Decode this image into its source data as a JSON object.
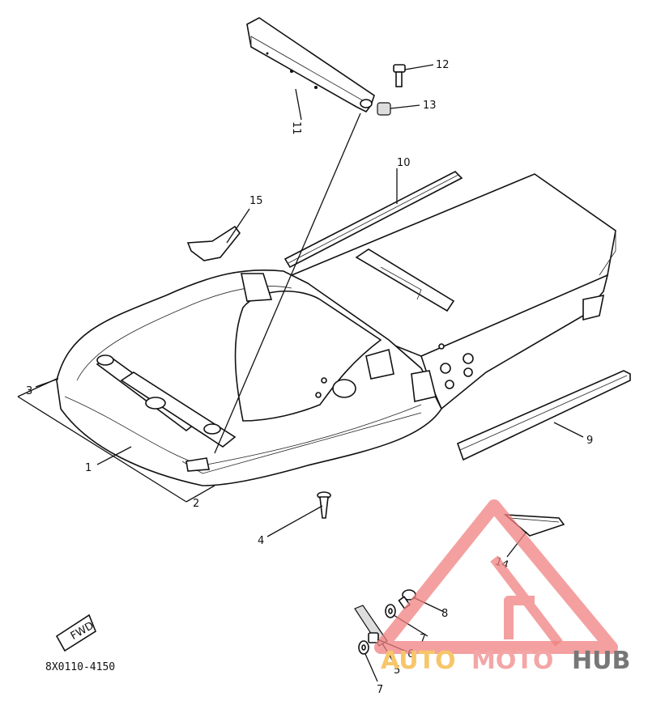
{
  "diagram_code": "8X0110-4150",
  "fwd_label": "FWD",
  "callouts": [
    "1",
    "2",
    "3",
    "4",
    "5",
    "6",
    "7",
    "7",
    "8",
    "9",
    "10",
    "11",
    "12",
    "13",
    "14",
    "15"
  ],
  "watermark": {
    "auto": "AUTO",
    "moto": "MOTO",
    "hub": "HUB",
    "colors": {
      "triangle": "#f08080",
      "auto": "#f7c66a",
      "moto": "#f4a6a6",
      "hub": "#777777"
    }
  }
}
